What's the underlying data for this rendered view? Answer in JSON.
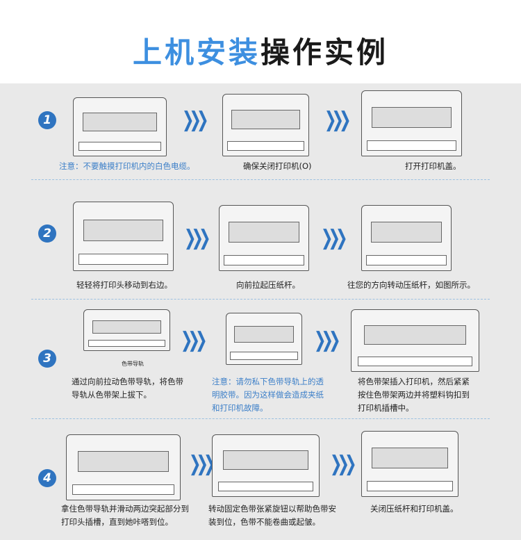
{
  "title": {
    "blue": "上机安装",
    "black": "操作实例"
  },
  "colors": {
    "accent": "#2f74c0",
    "title_blue": "#3d8fe0",
    "background": "#e9e9e9"
  },
  "steps": [
    {
      "number": "1",
      "captions": [
        "注意：不要触摸打印机内的白色电缆。",
        "确保关闭打印机(O)",
        "打开打印机盖。"
      ]
    },
    {
      "number": "2",
      "captions": [
        "轻轻将打印头移动到右边。",
        "向前拉起压纸杆。",
        "往您的方向转动压纸杆，如图所示。"
      ]
    },
    {
      "number": "3",
      "captions": [
        "通过向前拉动色带导轨，将色带导轨从色带架上拔下。",
        "注意：请勿私下色带导轨上的透明胶带。因为这样做会造成夹纸和打印机故障。",
        "将色带架插入打印机，然后紧紧按住色带架两边并将塑料钩扣到打印机插槽中。"
      ],
      "image_label": "色带导轨"
    },
    {
      "number": "4",
      "captions": [
        "拿住色带导轨并滑动两边突起部分到打印头插槽，直到她咔嗒到位。",
        "转动固定色带张紧旋钮以帮助色带安装到位，色带不能卷曲或起皱。",
        "关闭压纸杆和打印机盖。"
      ]
    }
  ],
  "arrow_glyph": "❯❯❯"
}
